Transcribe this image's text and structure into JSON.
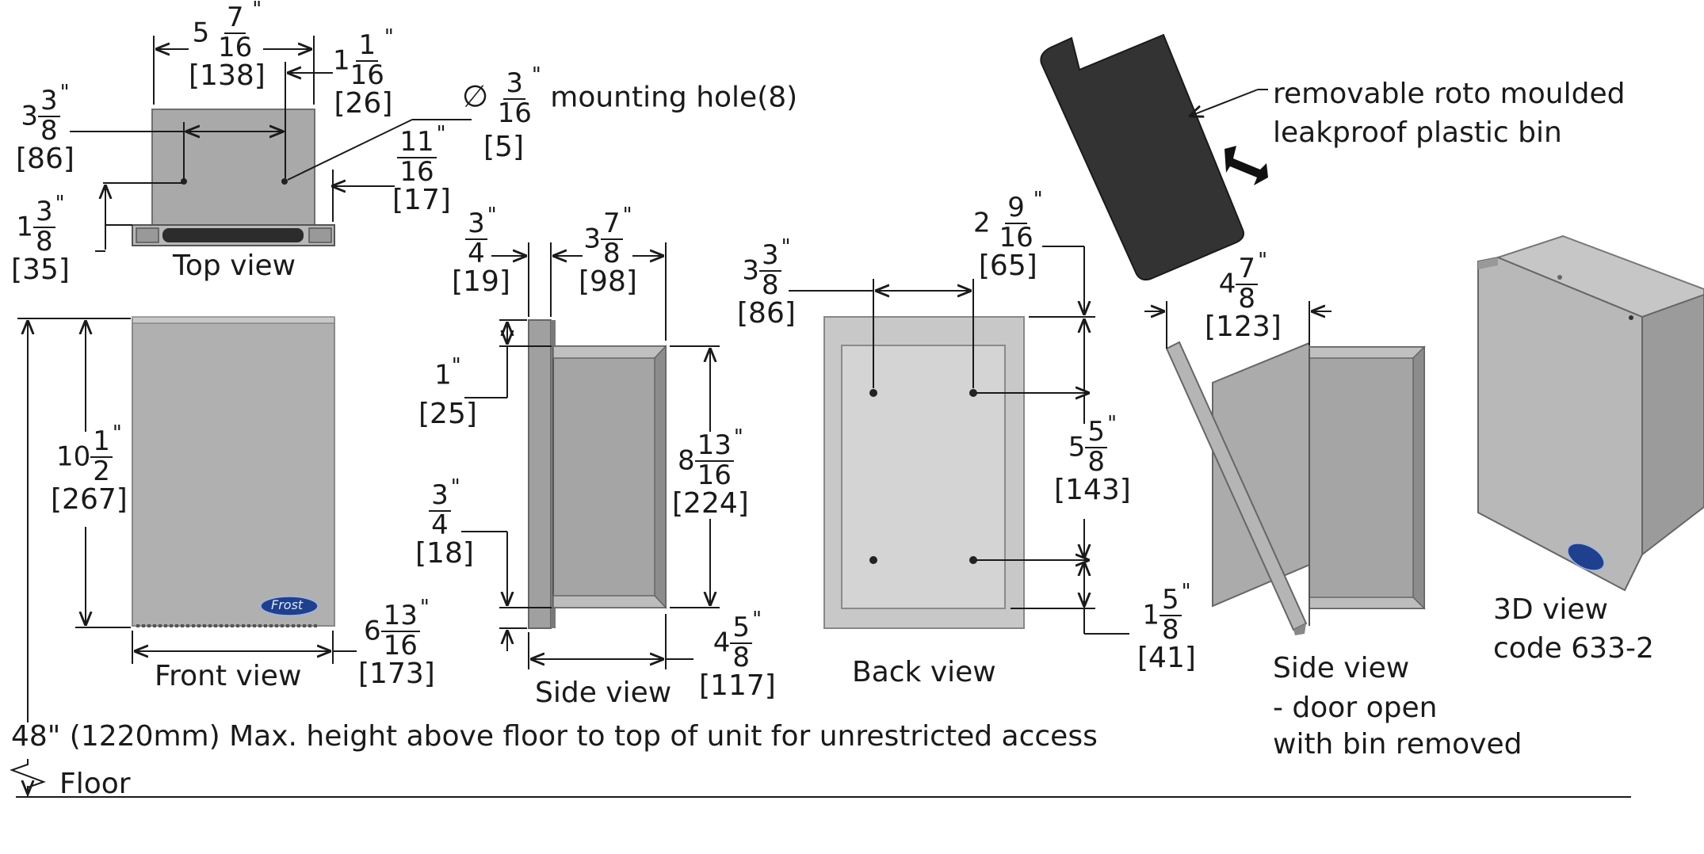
{
  "views": {
    "top": "Top view",
    "front": "Front view",
    "side": "Side view",
    "back": "Back view",
    "side_open_1": "Side view",
    "side_open_2": "- door open",
    "side_open_3": "with bin removed",
    "view3d_1": "3D view",
    "view3d_2": "code 633-2"
  },
  "notes": {
    "mounting_hole": "mounting hole(8)",
    "mounting_hole_num": "3",
    "mounting_hole_den": "16",
    "mounting_hole_mm": "[5]",
    "diameter_symbol": "∅",
    "bin_1": "removable roto moulded",
    "bin_2": "leakproof plastic bin",
    "max_height": "48\" (1220mm) Max. height above floor to top of unit for unrestricted access",
    "floor": "Floor",
    "logo": "Frost"
  },
  "dims": {
    "top_width": {
      "whole": "5",
      "num": "7",
      "den": "16",
      "mm": "[138]"
    },
    "top_hole_offset": {
      "whole": "1",
      "num": "1",
      "den": "16",
      "mm": "[26]"
    },
    "top_hole_span": {
      "whole": "3",
      "num": "3",
      "den": "8",
      "mm": "[86]"
    },
    "top_side_offset": {
      "whole": "",
      "num": "11",
      "den": "16",
      "mm": "[17]"
    },
    "top_depth": {
      "whole": "1",
      "num": "3",
      "den": "8",
      "mm": "[35]"
    },
    "front_height": {
      "whole": "10",
      "num": "1",
      "den": "2",
      "mm": "[267]"
    },
    "front_width": {
      "whole": "6",
      "num": "13",
      "den": "16",
      "mm": "[173]"
    },
    "side_flange": {
      "whole": "",
      "num": "3",
      "den": "4",
      "mm": "[19]"
    },
    "side_body": {
      "whole": "3",
      "num": "7",
      "den": "8",
      "mm": "[98]"
    },
    "side_top_gap": {
      "whole": "1",
      "num": "",
      "den": "",
      "mm": "[25]"
    },
    "side_bottom_gap": {
      "whole": "",
      "num": "3",
      "den": "4",
      "mm": "[18]"
    },
    "side_height": {
      "whole": "8",
      "num": "13",
      "den": "16",
      "mm": "[224]"
    },
    "side_depth": {
      "whole": "4",
      "num": "5",
      "den": "8",
      "mm": "[117]"
    },
    "back_hole_span": {
      "whole": "3",
      "num": "3",
      "den": "8",
      "mm": "[86]"
    },
    "back_top": {
      "whole": "2",
      "num": "9",
      "den": "16",
      "mm": "[65]"
    },
    "back_vert_span": {
      "whole": "5",
      "num": "5",
      "den": "8",
      "mm": "[143]"
    },
    "back_bottom": {
      "whole": "1",
      "num": "5",
      "den": "8",
      "mm": "[41]"
    },
    "open_depth": {
      "whole": "4",
      "num": "7",
      "den": "8",
      "mm": "[123]"
    }
  },
  "colors": {
    "steel": "#a9a9a9",
    "steel_light": "#c4c4c4",
    "steel_dark": "#8f8f8f",
    "bin": "#333333",
    "ink": "#1a1a1a",
    "logo_blue": "#1f3f8f"
  }
}
